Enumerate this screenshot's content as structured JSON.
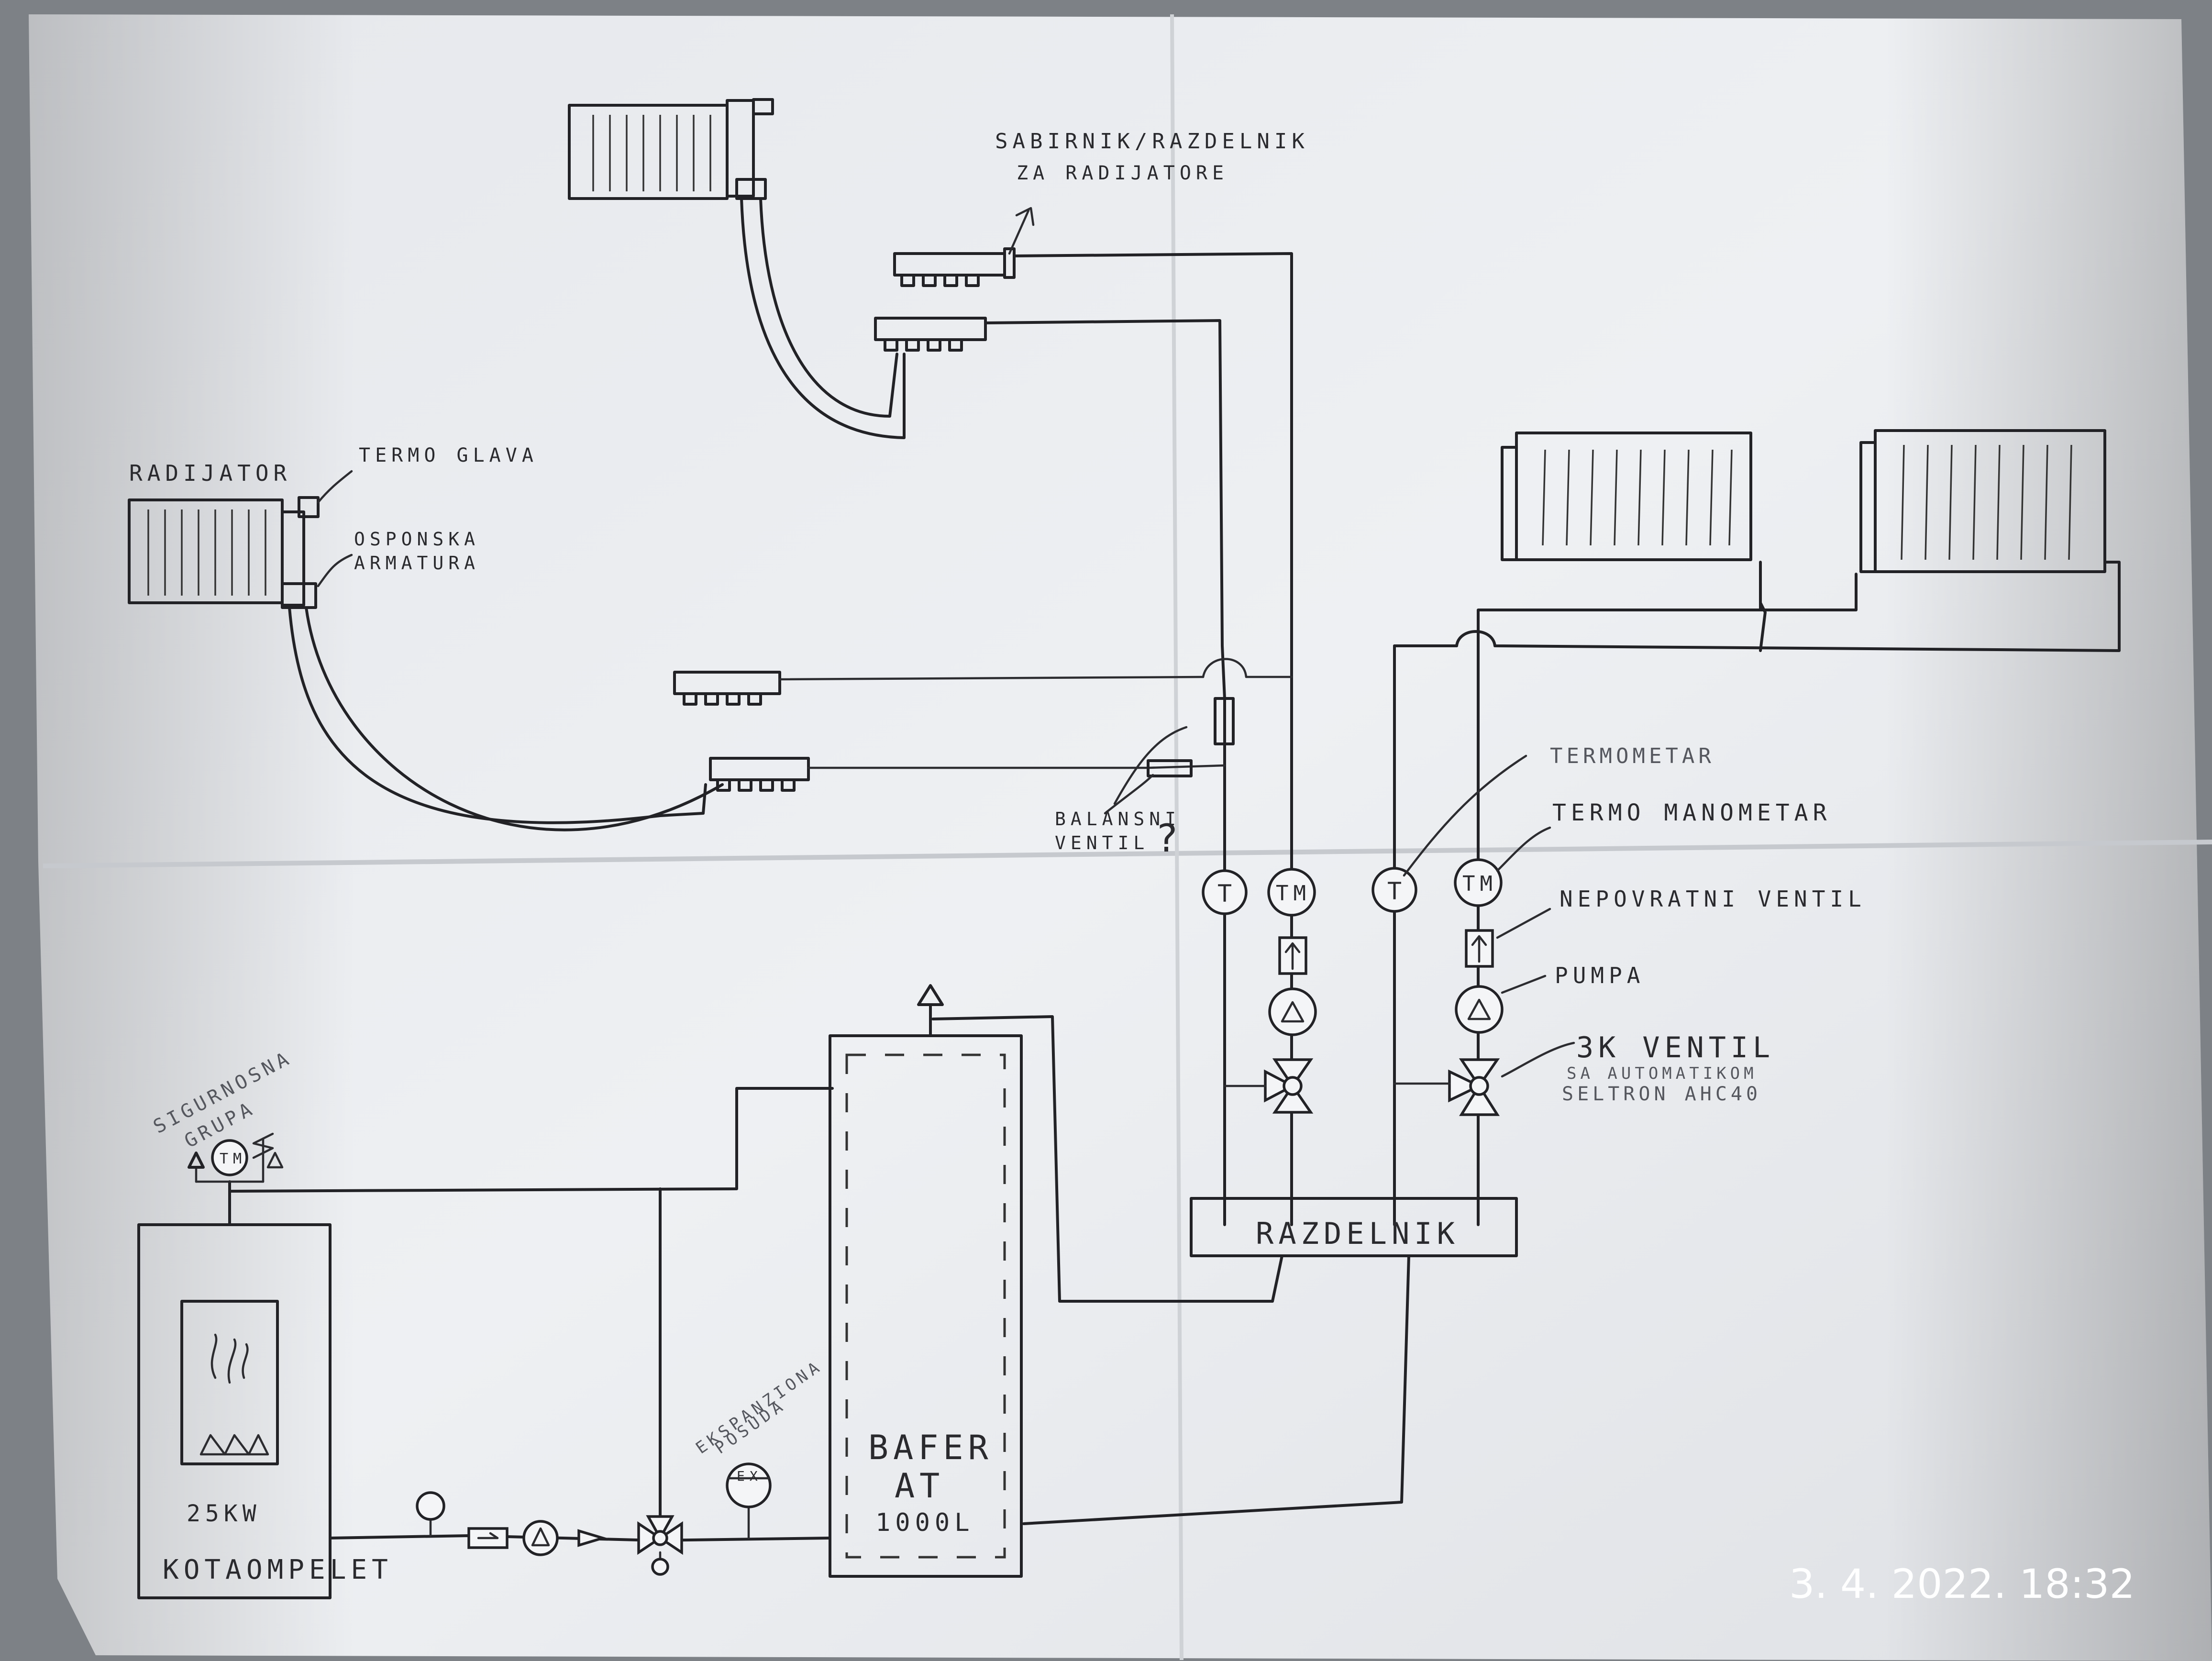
{
  "labels": {
    "manifold_radiators": [
      "SABIRNIK/RAZDELNIK",
      "ZA RADIJATORE"
    ],
    "radiator": "RADIJATOR",
    "thermo_head": "TERMO GLAVA",
    "connection_fitting": [
      "OSPONSKA",
      "ARMATURA"
    ],
    "balancing_valve": [
      "BALANSNI",
      "VENTIL"
    ],
    "question_mark": "?",
    "thermometer": "TERMOMETAR",
    "thermo_manometer": "TERMO MANOMETAR",
    "check_valve": "NEPOVRATNI VENTIL",
    "pump": "PUMPA",
    "mixing_valve": [
      "3K VENTIL",
      "SA AUTOMATIKOM",
      "SELTRON AHC40"
    ],
    "distributor": "RAZDELNIK",
    "safety_group": [
      "SIGURNOSNA",
      "GRUPA"
    ],
    "boiler_power": "25KW",
    "boiler_name": "KOTAOMPELET",
    "expansion_vessel": [
      "EKSPANZIONA",
      "POSUDA"
    ],
    "buffer": [
      "BAFER",
      "AT",
      "1000L"
    ],
    "symbol_t": "T",
    "symbol_tm": "TM",
    "symbol_ex": "EX"
  },
  "timestamp": "3. 4. 2022. 18:32"
}
